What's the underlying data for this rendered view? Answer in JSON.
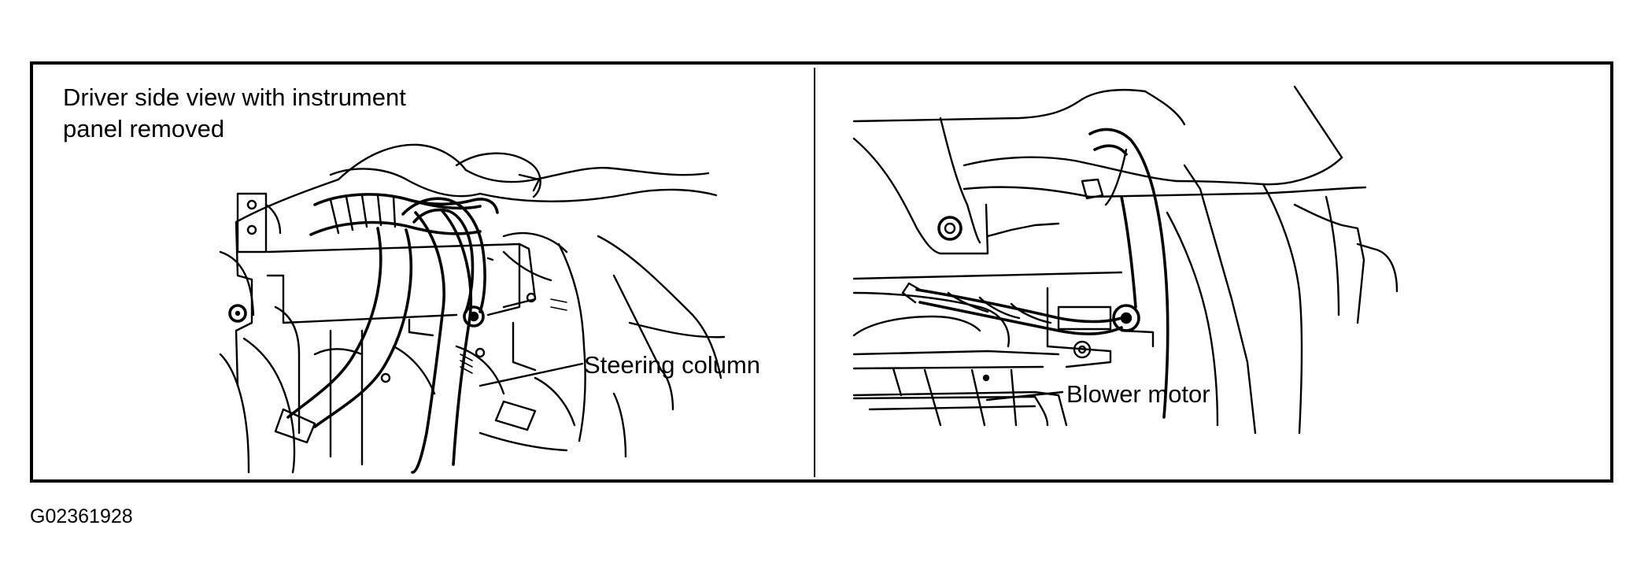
{
  "panels": {
    "left": {
      "caption": "Driver side view with instrument panel removed",
      "callout": "Steering column"
    },
    "right": {
      "callout": "Blower motor"
    }
  },
  "figure_id": "G02361928"
}
